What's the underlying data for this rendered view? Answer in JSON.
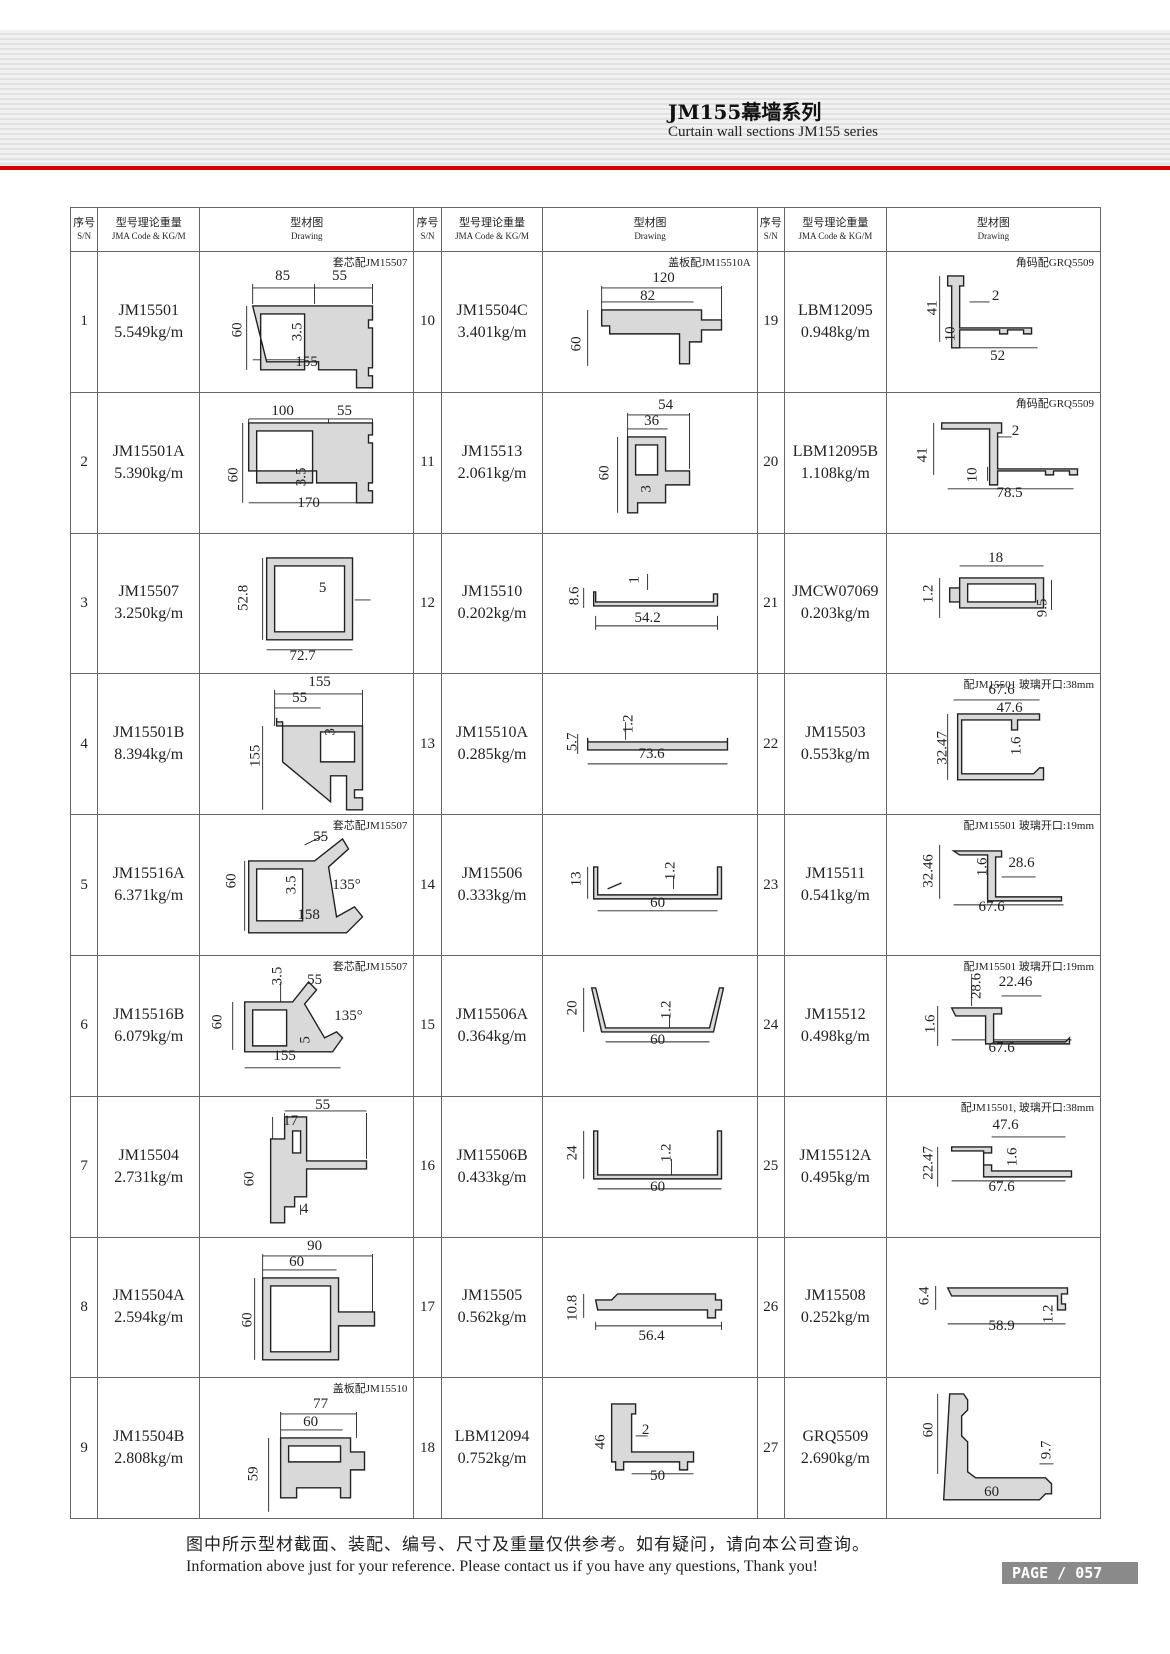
{
  "header": {
    "title": "JM155幕墙系列",
    "subtitle": "Curtain wall sections JM155 series"
  },
  "table_header": {
    "sn_cn": "序号",
    "sn_en": "S/N",
    "code_cn": "型号理论重量",
    "code_en": "JMA Code & KG/M",
    "drawing_cn": "型材图",
    "drawing_en": "Drawing"
  },
  "rows": [
    [
      {
        "sn": "1",
        "code": "JM15501",
        "weight": "5.549kg/m",
        "note": "套芯配JM15507",
        "dims": [
          "85",
          "55",
          "60",
          "3.5",
          "155"
        ]
      },
      {
        "sn": "10",
        "code": "JM15504C",
        "weight": "3.401kg/m",
        "note": "盖板配JM15510A",
        "dims": [
          "120",
          "82",
          "60"
        ]
      },
      {
        "sn": "19",
        "code": "LBM12095",
        "weight": "0.948kg/m",
        "note": "角码配GRQ5509",
        "dims": [
          "41",
          "2",
          "10",
          "52"
        ]
      }
    ],
    [
      {
        "sn": "2",
        "code": "JM15501A",
        "weight": "5.390kg/m",
        "note": "",
        "dims": [
          "100",
          "55",
          "60",
          "3.5",
          "170"
        ]
      },
      {
        "sn": "11",
        "code": "JM15513",
        "weight": "2.061kg/m",
        "note": "",
        "dims": [
          "54",
          "36",
          "60",
          "3"
        ]
      },
      {
        "sn": "20",
        "code": "LBM12095B",
        "weight": "1.108kg/m",
        "note": "角码配GRQ5509",
        "dims": [
          "41",
          "2",
          "10",
          "78.5"
        ]
      }
    ],
    [
      {
        "sn": "3",
        "code": "JM15507",
        "weight": "3.250kg/m",
        "note": "",
        "dims": [
          "52.8",
          "5",
          "72.7"
        ]
      },
      {
        "sn": "12",
        "code": "JM15510",
        "weight": "0.202kg/m",
        "note": "",
        "dims": [
          "8.6",
          "1",
          "54.2"
        ]
      },
      {
        "sn": "21",
        "code": "JMCW07069",
        "weight": "0.203kg/m",
        "note": "",
        "dims": [
          "18",
          "1.2",
          "9.5"
        ]
      }
    ],
    [
      {
        "sn": "4",
        "code": "JM15501B",
        "weight": "8.394kg/m",
        "note": "",
        "dims": [
          "155",
          "55",
          "3",
          "155"
        ]
      },
      {
        "sn": "13",
        "code": "JM15510A",
        "weight": "0.285kg/m",
        "note": "",
        "dims": [
          "5.7",
          "1.2",
          "73.6"
        ]
      },
      {
        "sn": "22",
        "code": "JM15503",
        "weight": "0.553kg/m",
        "note": "配JM15501 玻璃开口:38mm",
        "dims": [
          "67.6",
          "47.6",
          "32.47",
          "1.6"
        ]
      }
    ],
    [
      {
        "sn": "5",
        "code": "JM15516A",
        "weight": "6.371kg/m",
        "note": "套芯配JM15507",
        "dims": [
          "55",
          "60",
          "3.5",
          "135°",
          "158"
        ]
      },
      {
        "sn": "14",
        "code": "JM15506",
        "weight": "0.333kg/m",
        "note": "",
        "dims": [
          "13",
          "1.2",
          "60"
        ]
      },
      {
        "sn": "23",
        "code": "JM15511",
        "weight": "0.541kg/m",
        "note": "配JM15501 玻璃开口:19mm",
        "dims": [
          "32.46",
          "1.6",
          "28.6",
          "67.6"
        ]
      }
    ],
    [
      {
        "sn": "6",
        "code": "JM15516B",
        "weight": "6.079kg/m",
        "note": "套芯配JM15507",
        "dims": [
          "3.5",
          "55",
          "60",
          "135°",
          "5",
          "155"
        ]
      },
      {
        "sn": "15",
        "code": "JM15506A",
        "weight": "0.364kg/m",
        "note": "",
        "dims": [
          "20",
          "1.2",
          "60"
        ]
      },
      {
        "sn": "24",
        "code": "JM15512",
        "weight": "0.498kg/m",
        "note": "配JM15501 玻璃开口:19mm",
        "dims": [
          "1.6",
          "28.6",
          "22.46",
          "67.6"
        ]
      }
    ],
    [
      {
        "sn": "7",
        "code": "JM15504",
        "weight": "2.731kg/m",
        "note": "",
        "dims": [
          "55",
          "17",
          "60",
          "4"
        ]
      },
      {
        "sn": "16",
        "code": "JM15506B",
        "weight": "0.433kg/m",
        "note": "",
        "dims": [
          "24",
          "1.2",
          "60"
        ]
      },
      {
        "sn": "25",
        "code": "JM15512A",
        "weight": "0.495kg/m",
        "note": "配JM15501, 玻璃开口:38mm",
        "dims": [
          "47.6",
          "22.47",
          "1.6",
          "67.6"
        ]
      }
    ],
    [
      {
        "sn": "8",
        "code": "JM15504A",
        "weight": "2.594kg/m",
        "note": "",
        "dims": [
          "90",
          "60",
          "60"
        ]
      },
      {
        "sn": "17",
        "code": "JM15505",
        "weight": "0.562kg/m",
        "note": "",
        "dims": [
          "10.8",
          "56.4"
        ]
      },
      {
        "sn": "26",
        "code": "JM15508",
        "weight": "0.252kg/m",
        "note": "",
        "dims": [
          "6.4",
          "1.2",
          "58.9"
        ]
      }
    ],
    [
      {
        "sn": "9",
        "code": "JM15504B",
        "weight": "2.808kg/m",
        "note": "盖板配JM15510",
        "dims": [
          "77",
          "60",
          "59"
        ]
      },
      {
        "sn": "18",
        "code": "LBM12094",
        "weight": "0.752kg/m",
        "note": "",
        "dims": [
          "46",
          "2",
          "50"
        ]
      },
      {
        "sn": "27",
        "code": "GRQ5509",
        "weight": "2.690kg/m",
        "note": "",
        "dims": [
          "60",
          "9.7",
          "60"
        ]
      }
    ]
  ],
  "footer": {
    "cn": "图中所示型材截面、装配、编号、尺寸及重量仅供参考。如有疑问，请向本公司查询。",
    "en": "Information above just for your reference. Please contact us if you have any questions, Thank you!",
    "page": "PAGE / 057"
  }
}
